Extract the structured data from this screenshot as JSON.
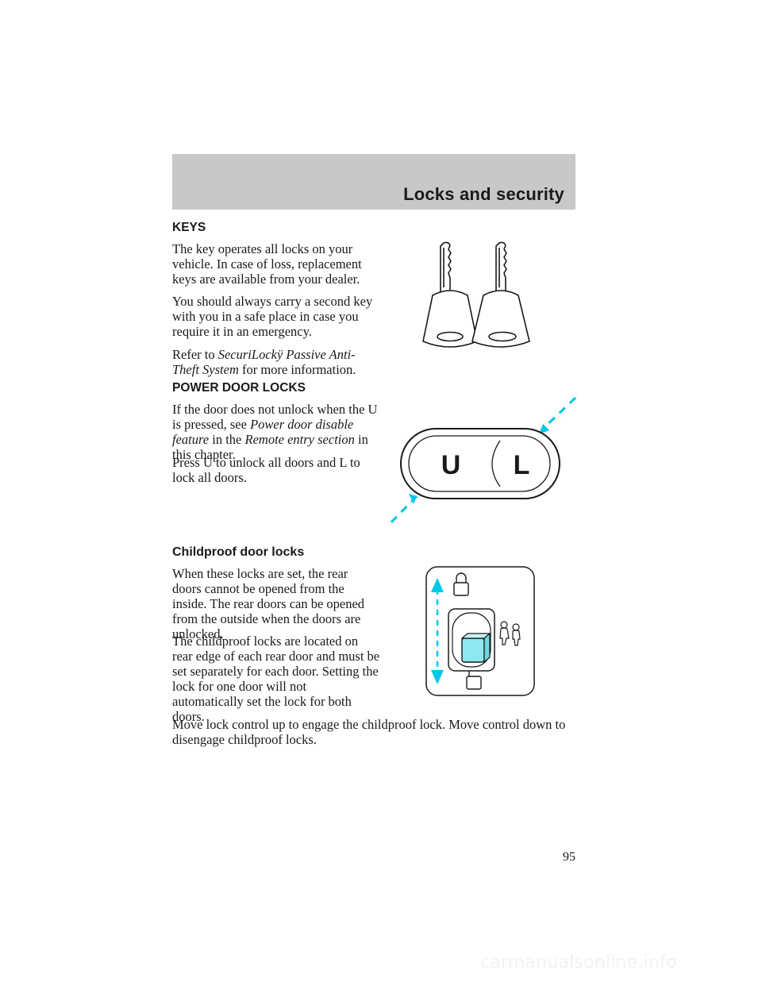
{
  "header": {
    "section_title": "Locks and security"
  },
  "keys": {
    "heading": "KEYS",
    "para1": "The key operates all locks on your vehicle. In case of loss, replacement keys are available from your dealer.",
    "para2": "You should always carry a second key with you in a safe place in case you require it in an emergency.",
    "para3_prefix": "Refer to",
    "para3_link_1": "SecuriLock",
    "para3_tm": "ÿ",
    "para3_link_2": "Passive Anti-Theft System",
    "para3_suffix": "for more information."
  },
  "power_door_locks": {
    "heading": "POWER DOOR LOCKS",
    "para1_prefix": "If the door does not unlock when the U is pressed, see",
    "para1_link_1": "Power door disable feature",
    "para1_mid": "in the",
    "para1_link_2": "Remote entry section",
    "para1_suffix": "in this chapter.",
    "para2": "Press U to unlock all doors and L to lock all doors.",
    "switch_label_unlock": "U",
    "switch_label_lock": "L"
  },
  "childproof": {
    "heading": "Childproof door locks",
    "para1": "When these locks are set, the rear doors cannot be opened from the inside. The rear doors can be opened from the outside when the doors are unlocked.",
    "para2": "The childproof locks are located on rear edge of each rear door and must be set separately for each door. Setting the lock for one door will not automatically set the lock for both doors.",
    "para3": "Move lock control up to engage the childproof lock. Move control down to disengage childproof locks."
  },
  "page_number": "95",
  "footer": {
    "watermark": "carmanualsonline.info"
  },
  "colors": {
    "header_band": "#c8c8c8",
    "accent_cyan": "#00c8e6",
    "lock_fill": "#8ee8f0"
  }
}
